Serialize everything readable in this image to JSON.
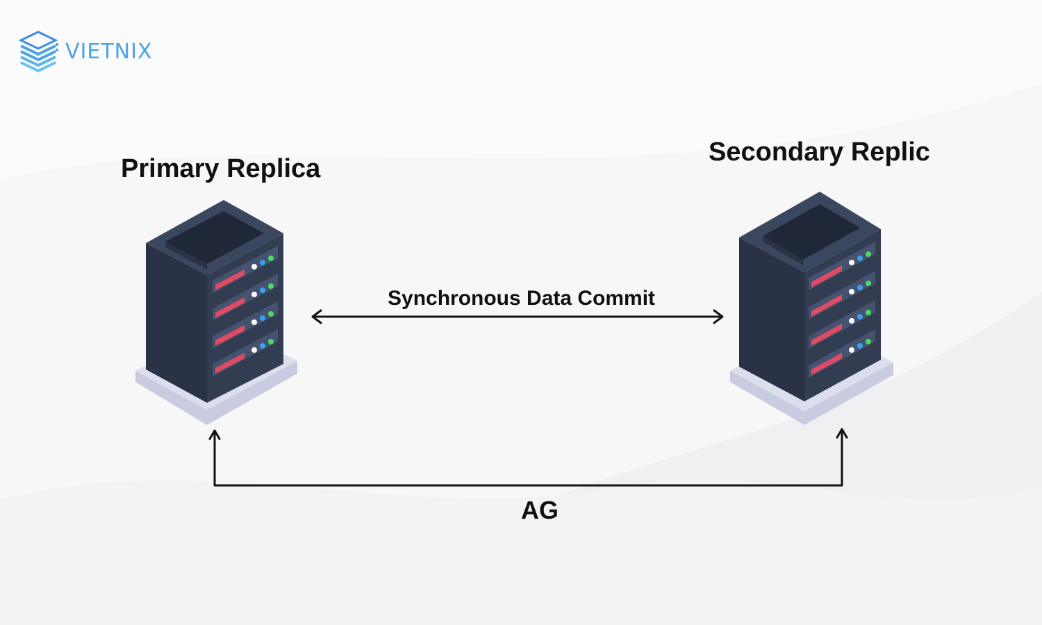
{
  "logo": {
    "text": "VIETNIX"
  },
  "nodes": {
    "primary": {
      "label": "Primary Replica"
    },
    "secondary": {
      "label": "Secondary Replic"
    }
  },
  "connections": {
    "sync": {
      "label": "Synchronous Data Commit"
    },
    "ag": {
      "label": "AG"
    }
  },
  "colors": {
    "server_body": "#2b3548",
    "server_base": "#d6d8e8",
    "drive_accent": "#e14a63",
    "led_white": "#ffffff",
    "led_blue": "#3aa0f0",
    "led_green": "#4cd964",
    "logo_blue": "#4aa3e6"
  }
}
